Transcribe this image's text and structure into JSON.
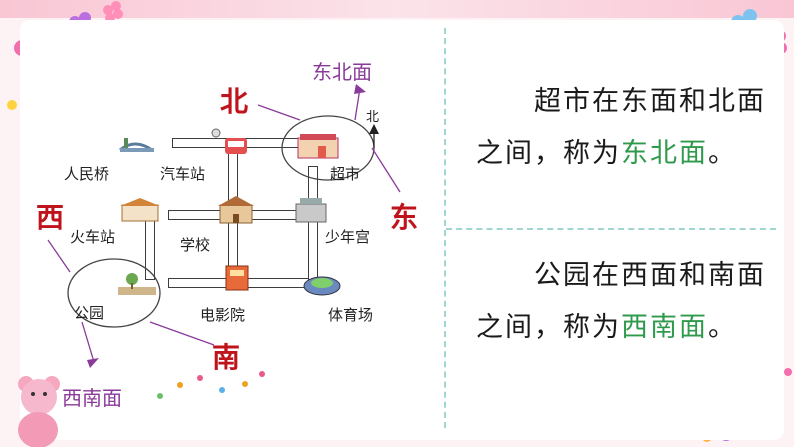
{
  "map": {
    "places": {
      "bridge": "人民桥",
      "bus_station": "汽车站",
      "supermarket": "超市",
      "train_station": "火车站",
      "school": "学校",
      "youth_palace": "少年宫",
      "park": "公园",
      "cinema": "电影院",
      "stadium": "体育场"
    },
    "directions": {
      "north": "北",
      "east": "东",
      "west": "西",
      "south": "南",
      "north_small": "北"
    },
    "corners": {
      "northeast": "东北面",
      "southwest": "西南面"
    }
  },
  "text_panel": {
    "para1_text": "超市在东面和北面之间，称为",
    "para1_term1": "东",
    "para1_term2": "北面",
    "para1_end": "。",
    "para2_text": "公园在西面和南面之间，称为",
    "para2_term1": "西",
    "para2_term2": "南面",
    "para2_end": "。"
  },
  "colors": {
    "direction": "#c0141c",
    "corner": "#8a3a9a",
    "highlight": "#2f9a4c",
    "separator": "#9fd6cf"
  }
}
